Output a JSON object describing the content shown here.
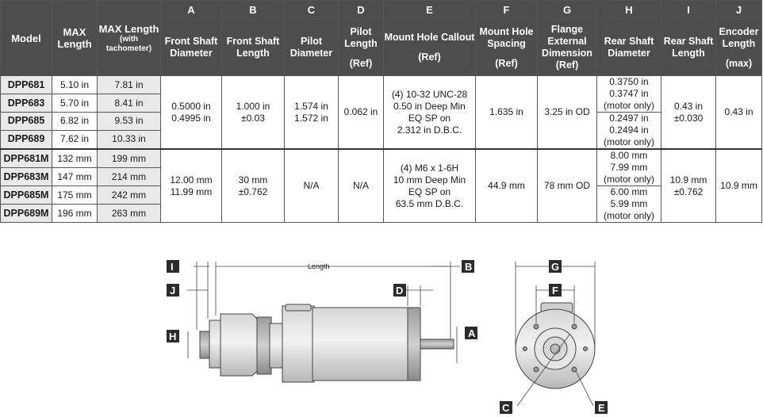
{
  "headers": {
    "letters": [
      "A",
      "B",
      "C",
      "D",
      "E",
      "F",
      "G",
      "H",
      "I",
      "J"
    ],
    "model": "Model",
    "max_length": "MAX Length",
    "max_length_tach_main": "MAX Length",
    "max_length_tach_sub": "(with tachometer)",
    "cols": [
      {
        "title": "Front Shaft Diameter",
        "ref": ""
      },
      {
        "title": "Front Shaft Length",
        "ref": ""
      },
      {
        "title": "Pilot Diameter",
        "ref": ""
      },
      {
        "title": "Pilot Length",
        "ref": "(Ref)"
      },
      {
        "title": "Mount Hole Callout",
        "ref": "(Ref)"
      },
      {
        "title": "Mount Hole Spacing",
        "ref": "(Ref)"
      },
      {
        "title": "Flange External Dimension",
        "ref": "(Ref)"
      },
      {
        "title": "Rear Shaft Diameter",
        "ref": ""
      },
      {
        "title": "Rear Shaft Length",
        "ref": ""
      },
      {
        "title": "Encoder Length",
        "ref": "(max)"
      }
    ]
  },
  "imperial": {
    "rows": [
      {
        "model": "DPP681",
        "max_length": "5.10 in",
        "max_length_tach": "7.81 in"
      },
      {
        "model": "DPP683",
        "max_length": "5.70 in",
        "max_length_tach": "8.41 in"
      },
      {
        "model": "DPP685",
        "max_length": "6.82 in",
        "max_length_tach": "9.53 in"
      },
      {
        "model": "DPP689",
        "max_length": "7.62 in",
        "max_length_tach": "10.33 in"
      }
    ],
    "front_shaft_diameter": "0.5000 in\n0.4995 in",
    "front_shaft_length": "1.000 in\n±0.03",
    "pilot_diameter": "1.574 in\n1.572 in",
    "pilot_length": "0.062 in",
    "mount_hole_callout": "(4) 10-32 UNC-28\n0.50 in Deep Min\nEQ SP on\n2.312 in D.B.C.",
    "mount_hole_spacing": "1.635 in",
    "flange_external": "3.25 in OD",
    "rear_shaft_diameter_a": "0.3750 in\n0.3747 in\n(motor only)",
    "rear_shaft_diameter_b": "0.2497 in\n0.2494 in\n(motor only)",
    "rear_shaft_length": "0.43 in\n±0.030",
    "encoder_length": "0.43 in"
  },
  "metric": {
    "rows": [
      {
        "model": "DPP681M",
        "max_length": "132 mm",
        "max_length_tach": "199 mm"
      },
      {
        "model": "DPP683M",
        "max_length": "147 mm",
        "max_length_tach": "214 mm"
      },
      {
        "model": "DPP685M",
        "max_length": "175 mm",
        "max_length_tach": "242 mm"
      },
      {
        "model": "DPP689M",
        "max_length": "196 mm",
        "max_length_tach": "263 mm"
      }
    ],
    "front_shaft_diameter": "12.00 mm\n11.99 mm",
    "front_shaft_length": "30 mm\n±0.762",
    "pilot_diameter": "N/A",
    "pilot_length": "N/A",
    "mount_hole_callout": "(4) M6 x 1-6H\n10 mm Deep Min\nEQ SP on\n63.5 mm D.B.C.",
    "mount_hole_spacing": "44.9 mm",
    "flange_external": "78 mm OD",
    "rear_shaft_diameter_a": "8.00 mm\n7.99 mm\n(motor only)",
    "rear_shaft_diameter_b": "6.00 mm\n5.99 mm\n(motor only)",
    "rear_shaft_length": "10.9 mm\n±0.762",
    "encoder_length": "10.9 mm"
  },
  "drawing": {
    "length_label": "Length",
    "side_labels": [
      "I",
      "J",
      "H",
      "D",
      "B",
      "A"
    ],
    "end_labels": [
      "G",
      "F",
      "C",
      "E"
    ]
  }
}
